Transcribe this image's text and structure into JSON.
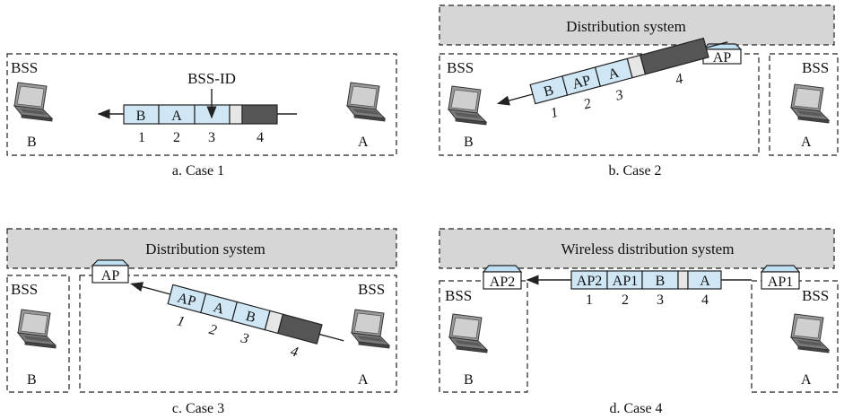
{
  "labels": {
    "bss": "BSS",
    "bss_id": "BSS-ID",
    "ds": "Distribution system",
    "wds": "Wireless distribution system",
    "ap": "AP",
    "ap1": "AP1",
    "ap2": "AP2",
    "a": "A",
    "b": "B",
    "n1": "1",
    "n2": "2",
    "n3": "3",
    "n4": "4"
  },
  "captions": {
    "case1": "a. Case 1",
    "case2": "b. Case 2",
    "case3": "c. Case 3",
    "case4": "d. Case 4"
  },
  "colors": {
    "cell_fill": "#cfe6f5",
    "cell_light_gray": "#e6e6e6",
    "cell_dark_gray": "#555555",
    "ds_fill": "#d6d6d6",
    "ap_top": "#bfe0f3"
  }
}
